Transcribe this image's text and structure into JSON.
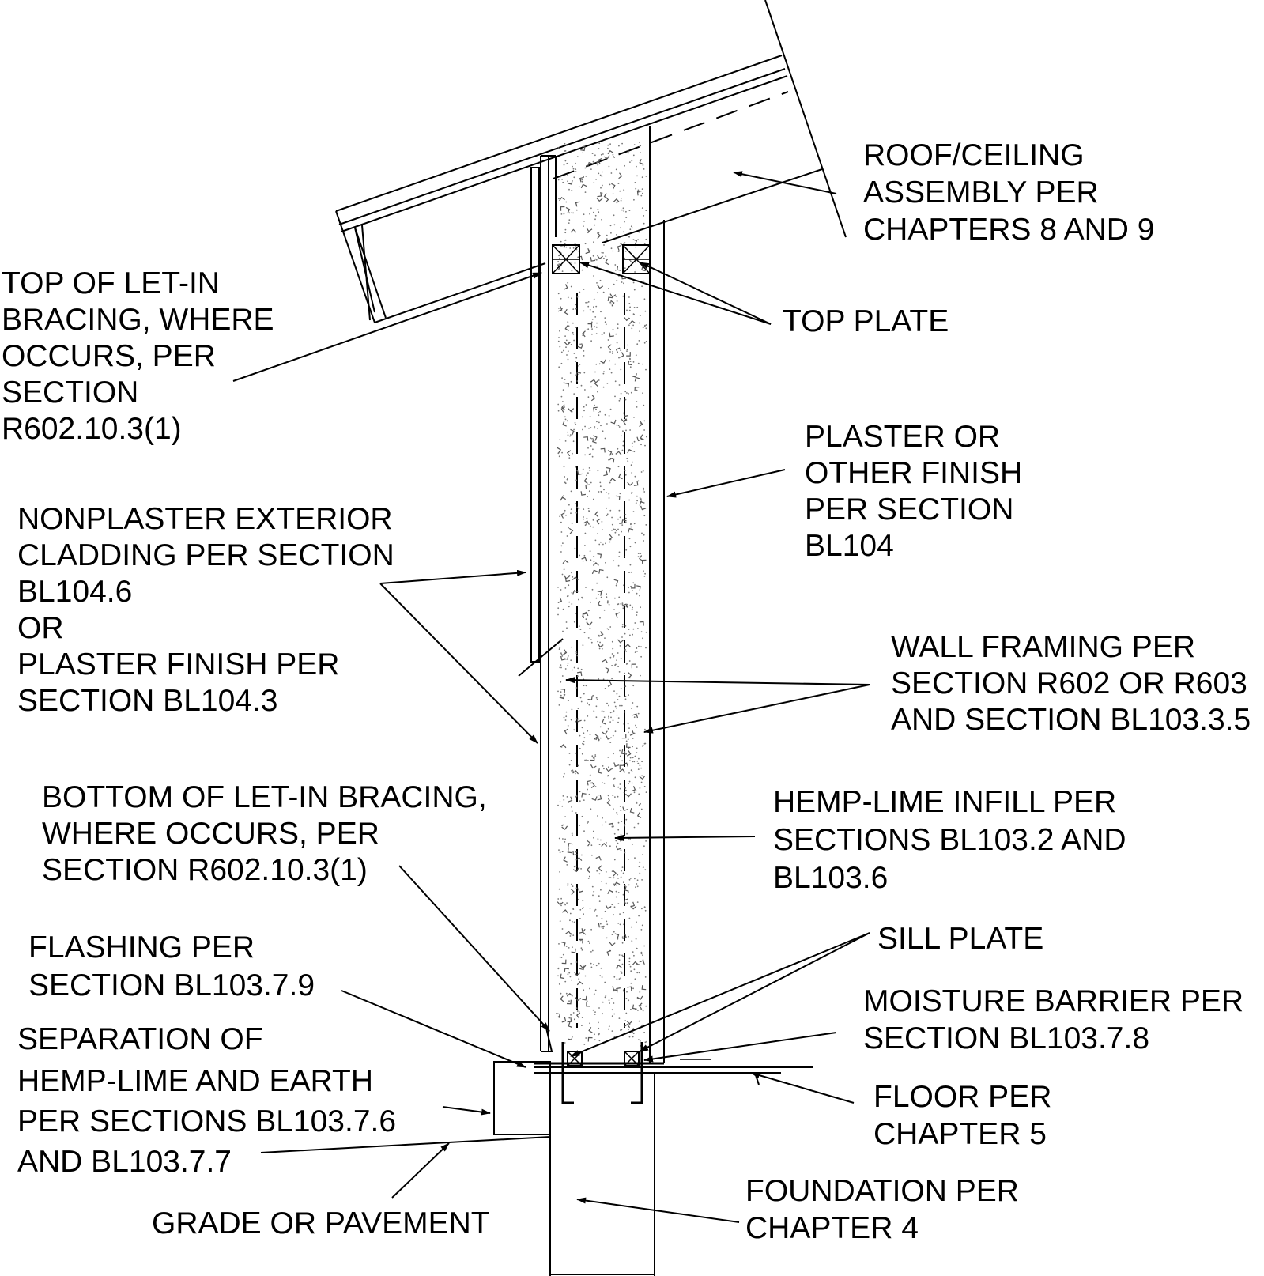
{
  "labels": {
    "roof_ceiling": [
      "ROOF/CEILING",
      "ASSEMBLY PER",
      "CHAPTERS 8 AND 9"
    ],
    "top_of_bracing": [
      "TOP OF LET-IN",
      "BRACING, WHERE",
      "OCCURS, PER",
      "SECTION",
      "R602.10.3(1)"
    ],
    "top_plate": [
      "TOP PLATE"
    ],
    "plaster_finish": [
      "PLASTER OR",
      "OTHER FINISH",
      "PER SECTION",
      "BL104"
    ],
    "nonplaster_cladding": [
      "NONPLASTER EXTERIOR",
      "CLADDING PER SECTION",
      "BL104.6",
      "OR",
      "PLASTER FINISH PER",
      "SECTION BL104.3"
    ],
    "wall_framing": [
      "WALL FRAMING PER",
      "SECTION R602 OR R603",
      "AND SECTION BL103.3.5"
    ],
    "bottom_of_bracing": [
      "BOTTOM OF LET-IN BRACING,",
      "WHERE OCCURS, PER",
      "SECTION R602.10.3(1)"
    ],
    "hemp_lime_infill": [
      "HEMP-LIME INFILL PER",
      "SECTIONS BL103.2 AND",
      "BL103.6"
    ],
    "sill_plate": [
      "SILL PLATE"
    ],
    "flashing": [
      "FLASHING PER",
      "SECTION BL103.7.9"
    ],
    "moisture_barrier": [
      "MOISTURE BARRIER PER",
      "SECTION BL103.7.8"
    ],
    "separation": [
      "SEPARATION OF",
      "HEMP-LIME AND EARTH",
      "PER SECTIONS BL103.7.6",
      "AND BL103.7.7"
    ],
    "floor": [
      "FLOOR PER",
      "CHAPTER 5"
    ],
    "foundation": [
      "FOUNDATION PER",
      "CHAPTER 4"
    ],
    "grade": [
      "GRADE OR PAVEMENT"
    ]
  }
}
